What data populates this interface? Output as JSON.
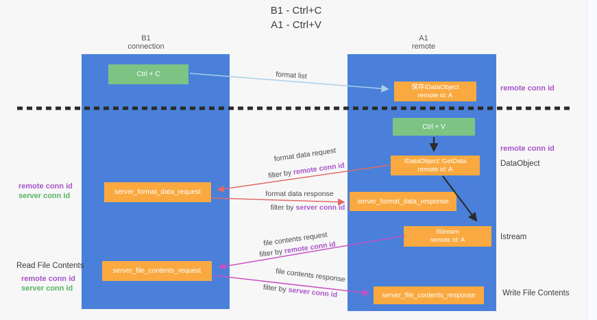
{
  "colors": {
    "blue": "#4a80d9",
    "green": "#7cc384",
    "orange": "#f9a940",
    "lightblue": "#a9cfec",
    "red": "#e06a68",
    "magenta": "#c750c3",
    "purple": "#a855c8",
    "greentext": "#56b365",
    "dark": "#3c3c3c"
  },
  "title": {
    "line1": "B1 - Ctrl+C",
    "line2": "A1 - Ctrl+V"
  },
  "lanes": {
    "left": {
      "title": "B1",
      "subtitle": "connection"
    },
    "right": {
      "title": "A1",
      "subtitle": "remote"
    }
  },
  "nodes": {
    "ctrl_c": {
      "label": "Ctrl + C"
    },
    "ctrl_v": {
      "label": "Ctrl + V"
    },
    "saved_dataobject": {
      "line1": "保存IDataObject",
      "line2": "remote id: A"
    },
    "getdata": {
      "line1": "IDataObject::GetData",
      "line2": "remote id: A"
    },
    "istream": {
      "line1": "IStream",
      "line2": "remote id: A"
    },
    "server_format_data_request": {
      "label": "server_format_data_request"
    },
    "server_format_data_response": {
      "label": "server_format_data_response"
    },
    "server_file_contents_request": {
      "label": "server_file_contents_request"
    },
    "server_file_contents_response": {
      "label": "server_file_contents_response"
    }
  },
  "flow_labels": {
    "format_list": "format list",
    "format_data_request": "format data request",
    "format_data_response": "format data response",
    "file_contents_request": "file contents request",
    "file_contents_response": "file contents response",
    "filter_by": "filter by",
    "remote_conn_id": "remote conn id",
    "server_conn_id": "server conn id"
  },
  "side_labels": {
    "remote_conn_id": "remote conn id",
    "server_conn_id": "server conn id",
    "dataobject": "DataObject",
    "istream": "Istream",
    "read_file_contents": "Read File Contents",
    "write_file_contents": "Write File Contents"
  }
}
